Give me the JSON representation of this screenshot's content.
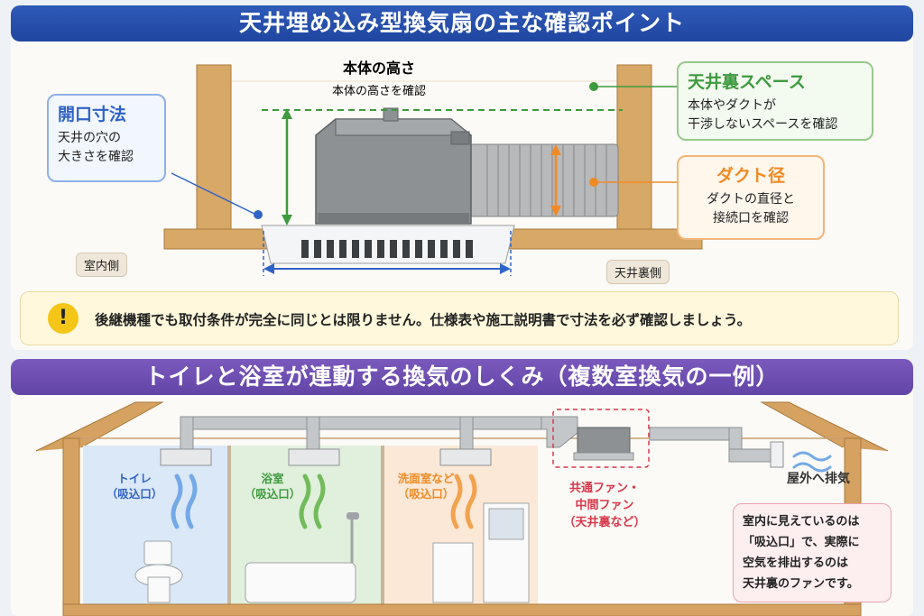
{
  "top_title": "天井埋め込み型換気扇の主な確認ポイント",
  "bottom_title": "トイレと浴室が連動する換気のしくみ（複数室換気の一例）",
  "height_label": {
    "title": "本体の高さ",
    "desc": "本体の高さを確認"
  },
  "opening": {
    "title": "開口寸法",
    "desc_1": "天井の穴の",
    "desc_2": "大きさを確認"
  },
  "ceiling_space": {
    "title": "天井裏スペース",
    "desc_1": "本体やダクトが",
    "desc_2": "干渉しないスペースを確認"
  },
  "duct": {
    "title": "ダクト径",
    "desc_1": "ダクトの直径と",
    "desc_2": "接続口を確認"
  },
  "indoor_tag": "室内側",
  "ceiling_tag": "天井裏側",
  "note": {
    "icon": "!",
    "text": "後継機種でも取付条件が完全に同じとは限りません。仕様表や施工説明書で寸法を必ず確認しましょう。"
  },
  "rooms": {
    "toilet_1": "トイレ",
    "toilet_2": "（吸込口）",
    "bath_1": "浴室",
    "bath_2": "（吸込口）",
    "wash_1": "洗面室など",
    "wash_2": "（吸込口）"
  },
  "fan": {
    "line_1": "共通ファン・",
    "line_2": "中間ファン",
    "line_3": "（天井裏など）"
  },
  "exhaust": "屋外へ排気",
  "speech": {
    "l1": "室内に見えているのは",
    "l2": "「吸込口」で、実際に",
    "l3": "空気を排出するのは",
    "l4": "天井裏のファンです。"
  },
  "colors": {
    "blue": "#2f63c8",
    "green": "#3e9a3e",
    "orange": "#f08a24",
    "red": "#d8364a",
    "purple": "#6a4cae"
  }
}
